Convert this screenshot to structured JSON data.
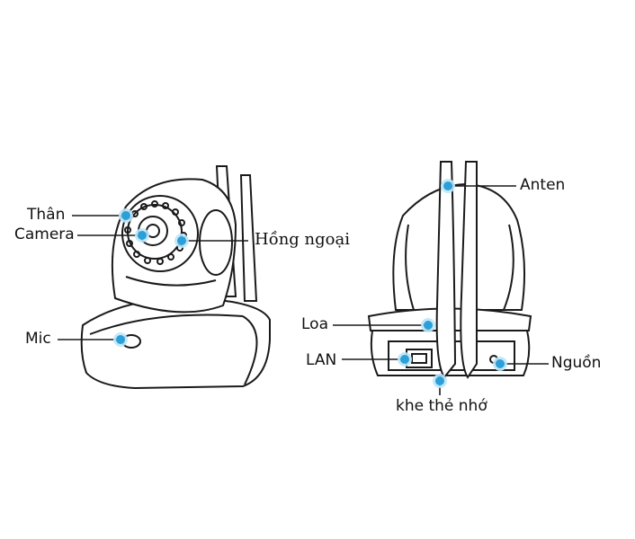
{
  "colors": {
    "marker": "#2a9fd8",
    "marker_glow": "#bfe6f8",
    "outline": "#1a1a1a"
  },
  "front_view": {
    "labels": {
      "than": "Thân",
      "camera": "Camera",
      "hong_ngoai": "Hồng ngoại",
      "mic": "Mic"
    }
  },
  "back_view": {
    "labels": {
      "anten": "Anten",
      "loa": "Loa",
      "lan": "LAN",
      "nguon": "Nguồn",
      "khe_the_nho": "khe thẻ nhớ"
    }
  }
}
